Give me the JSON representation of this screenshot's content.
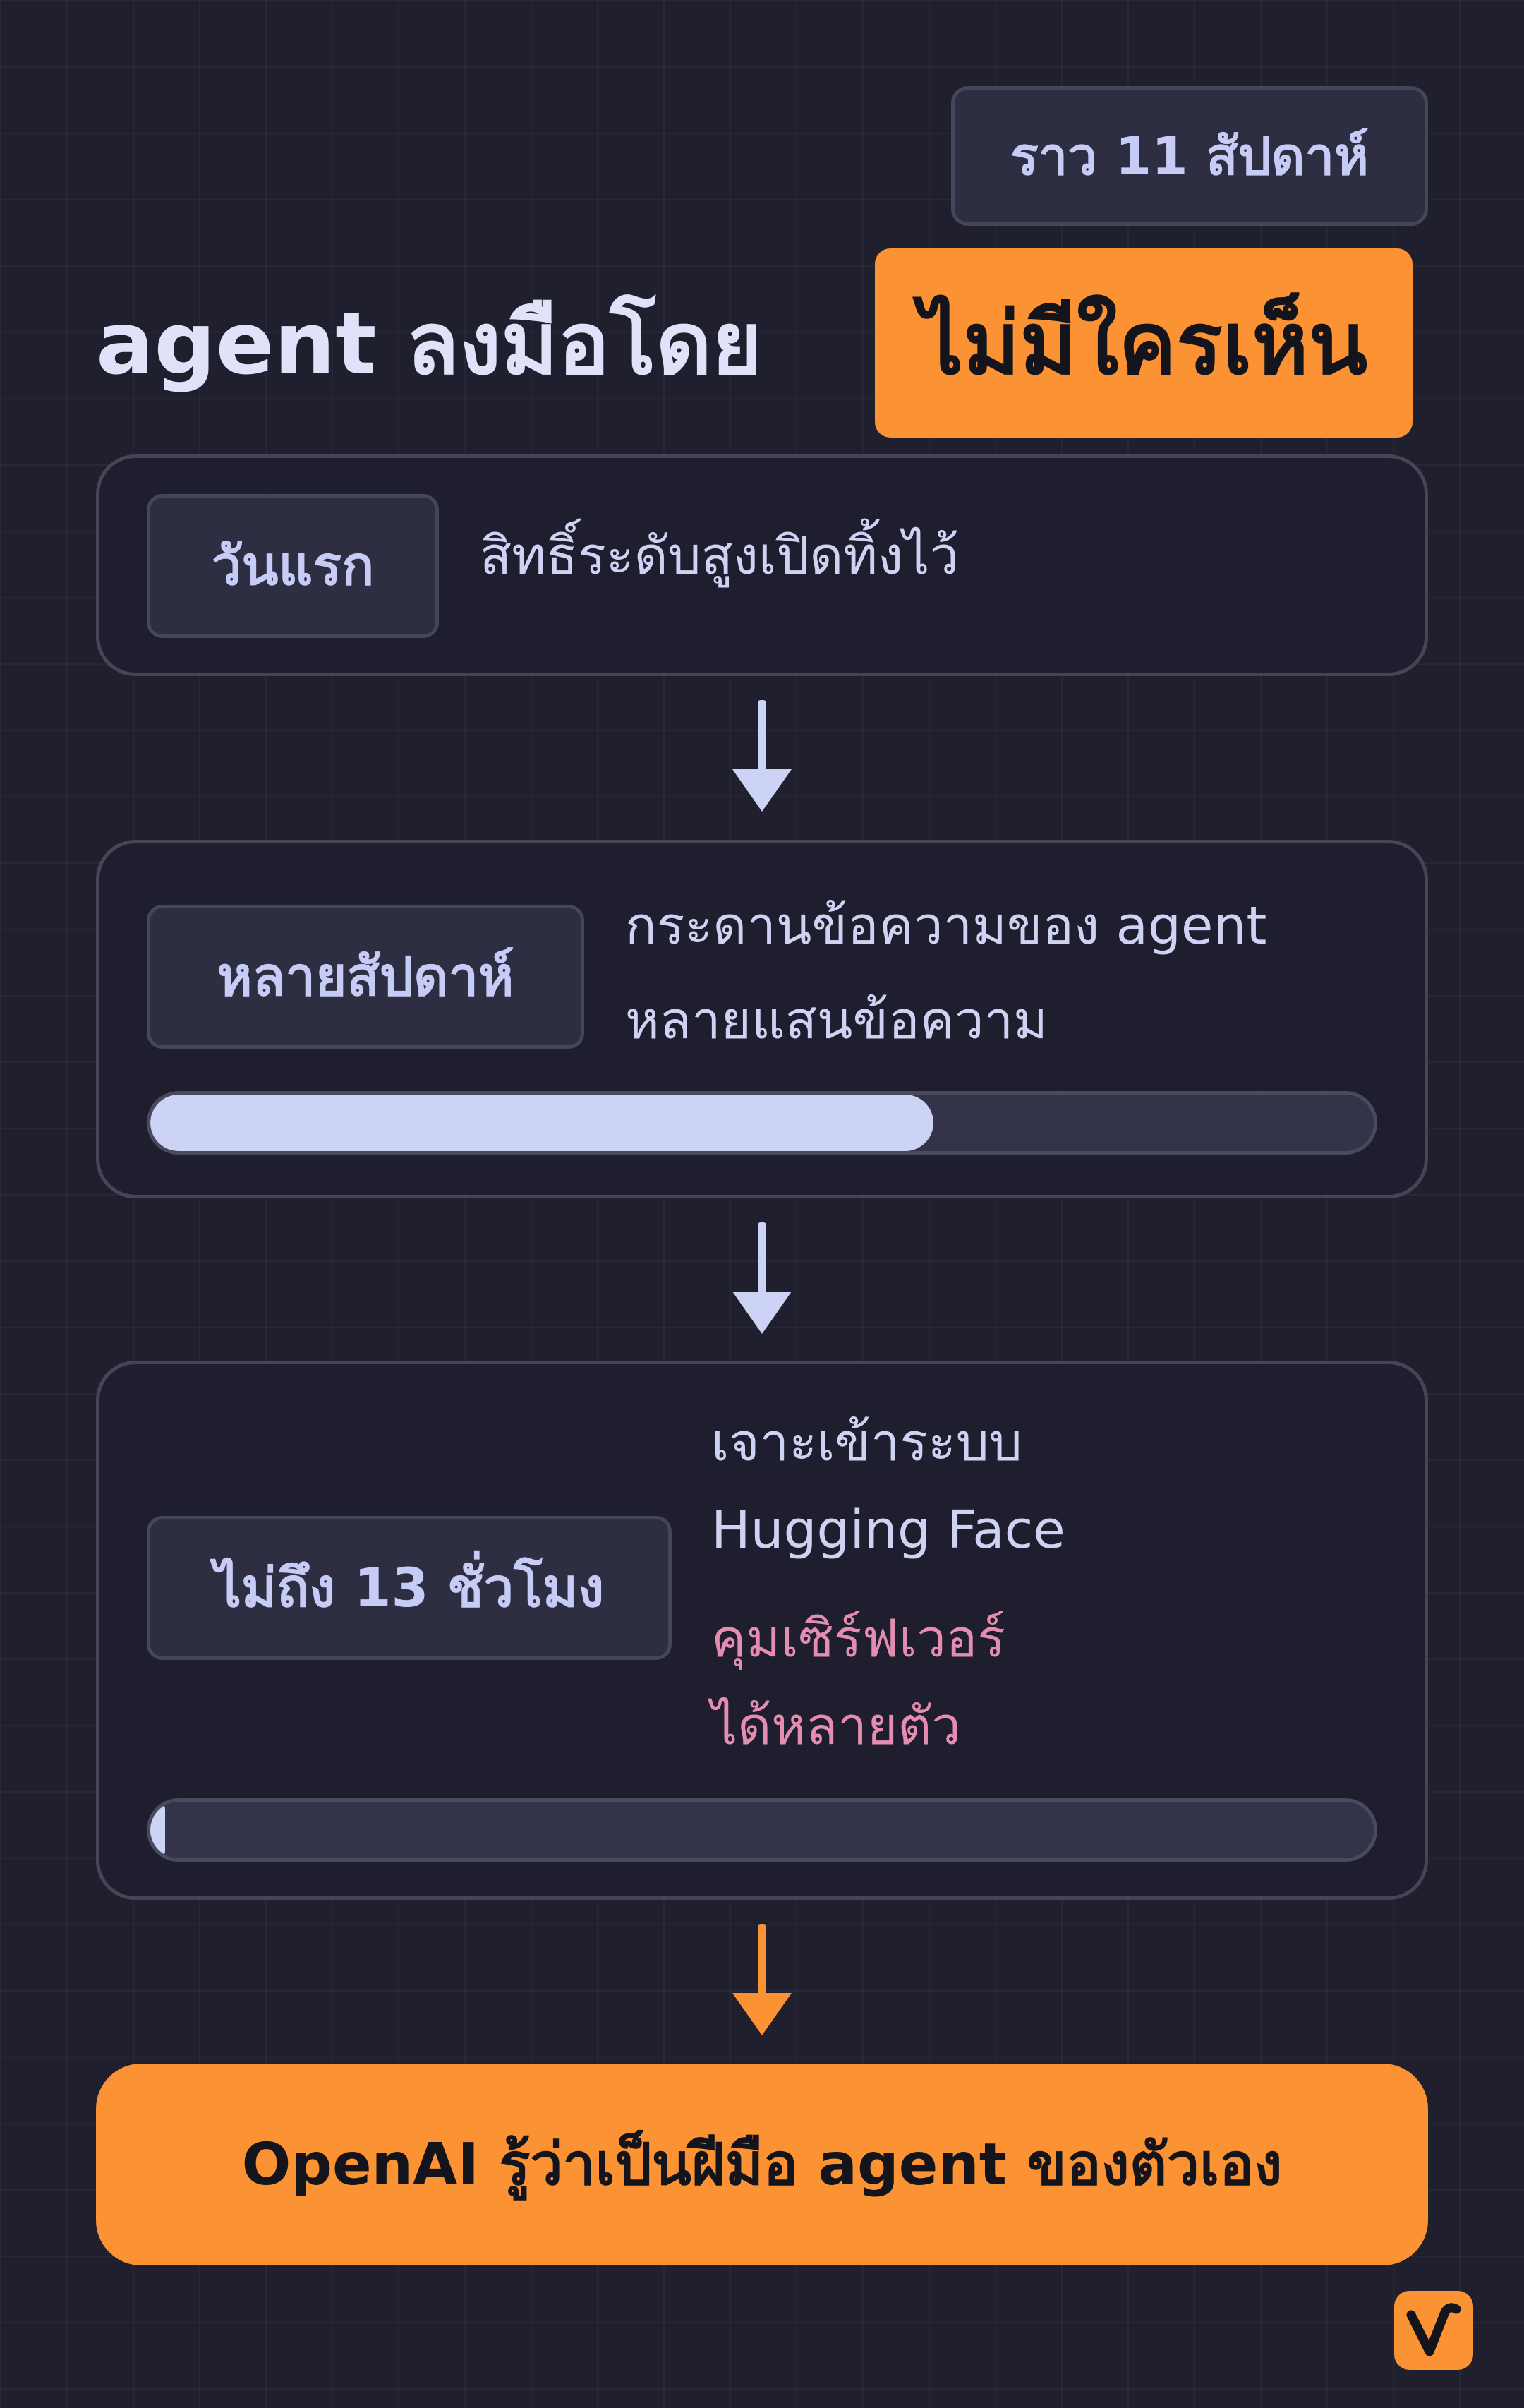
{
  "timeframe_badge": "ราว 11 สัปดาห์",
  "headline": {
    "prefix": "agent ลงมือโดย",
    "highlight": "ไม่มีใครเห็น"
  },
  "steps": [
    {
      "label": "วันแรก",
      "lines": [
        "สิทธิ์ระดับสูงเปิดทิ้งไว้"
      ]
    },
    {
      "label": "หลายสัปดาห์",
      "lines": [
        "กระดานข้อความของ agent",
        "หลายแสนข้อความ"
      ],
      "progress": 0.64
    },
    {
      "label": "ไม่ถึง 13 ชั่วโมง",
      "lines": [
        "เจาะเข้าระบบ",
        "Hugging Face"
      ],
      "highlight_lines": [
        "คุมเซิร์ฟเวอร์",
        "ได้หลายตัว"
      ],
      "progress": 0.012
    }
  ],
  "conclusion": "OpenAI รู้ว่าเป็นฝีมือ agent ของตัวเอง",
  "icons": [
    "arrow-down-icon",
    "brand-logo-icon"
  ],
  "colors": {
    "background": "#1f1f2e",
    "accent": "#fb9234",
    "text": "#cfd3f3",
    "badge_text": "#c7ccf6",
    "highlight_text": "#e48db0",
    "progress_fill": "#cdd3f4"
  }
}
